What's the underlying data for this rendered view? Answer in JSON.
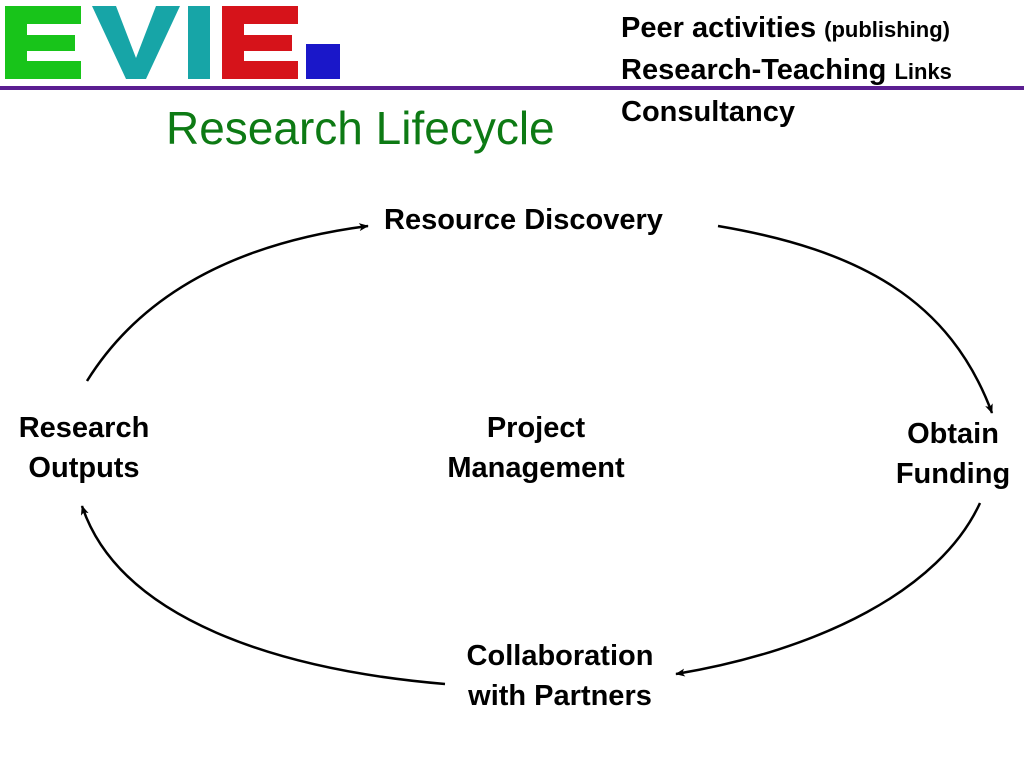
{
  "header": {
    "logo_text": "EVIE.",
    "notes": [
      {
        "main": "Peer activities",
        "small": "(publishing)"
      },
      {
        "main": "Research-Teaching",
        "small": "Links"
      },
      {
        "main": "Consultancy",
        "small": ""
      }
    ]
  },
  "title": "Research Lifecycle",
  "diagram": {
    "cycle_nodes": [
      {
        "id": "resource-discovery",
        "lines": [
          "Resource Discovery"
        ]
      },
      {
        "id": "obtain-funding",
        "lines": [
          "Obtain",
          "Funding"
        ]
      },
      {
        "id": "collaboration-with-partners",
        "lines": [
          "Collaboration",
          "with Partners"
        ]
      },
      {
        "id": "research-outputs",
        "lines": [
          "Research",
          "Outputs"
        ]
      }
    ],
    "center": {
      "lines": [
        "Project",
        "Management"
      ]
    }
  },
  "colors": {
    "logo_green": "#18c41a",
    "logo_teal": "#17a5a7",
    "logo_red": "#d6131a",
    "logo_blue": "#1a17c9",
    "rule_purple": "#5b1e91",
    "title_green": "#0d7a14"
  }
}
